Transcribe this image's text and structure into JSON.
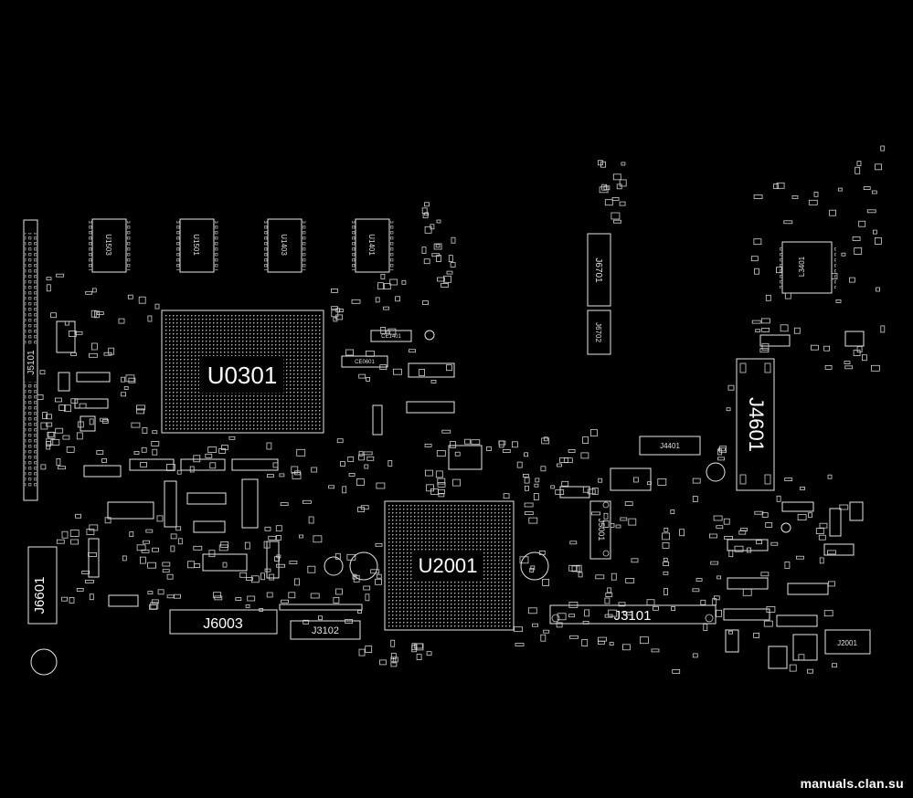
{
  "labels": {
    "u0301": "U0301",
    "u2001": "U2001",
    "j4601": "J4601",
    "j6003": "J6003",
    "j3101": "J3101",
    "j3102": "J3102",
    "j6601": "J6601",
    "j5101": "J5101",
    "j6701": "J6701",
    "j6702": "J6702",
    "j5001": "J5001",
    "j4401": "J4401",
    "j2001": "J2001",
    "u1503": "U1503",
    "u1501": "U1501",
    "u1403": "U1403",
    "u1401": "U1401",
    "l3401": "L3401",
    "ce1401": "CE1401",
    "ce0601": "CE0601"
  },
  "watermark": "manuals.clan.su",
  "colors": {
    "background": "#000000",
    "lines": "#e6e6e6",
    "text": "#ffffff"
  }
}
